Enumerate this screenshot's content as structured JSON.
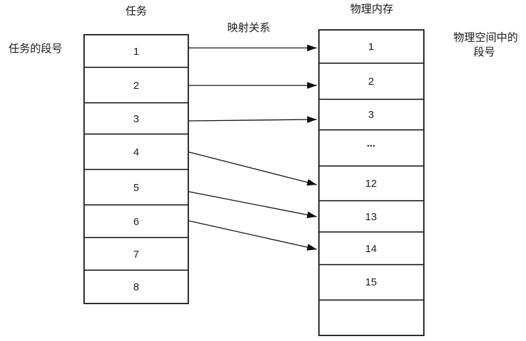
{
  "diagram": {
    "mapping_label": "映射关系",
    "left_column": {
      "title": "任务",
      "side_label": "任务的段号",
      "cells": [
        "1",
        "2",
        "3",
        "4",
        "5",
        "6",
        "7",
        "8"
      ]
    },
    "right_column": {
      "title": "物理内存",
      "side_label_line1": "物理空间中的",
      "side_label_line2": "段号",
      "cells": [
        "1",
        "2",
        "3",
        "...",
        "12",
        "13",
        "14",
        "15",
        ""
      ]
    },
    "mappings": [
      {
        "from": "1",
        "to": "1"
      },
      {
        "from": "2",
        "to": "2"
      },
      {
        "from": "3",
        "to": "3"
      },
      {
        "from": "4",
        "to": "12"
      },
      {
        "from": "5",
        "to": "13"
      },
      {
        "from": "6",
        "to": "14"
      }
    ],
    "colors": {
      "box_line": "#2b2b2b",
      "arrow": "#111111",
      "text": "#1a1a1a",
      "background": "#ffffff"
    }
  }
}
